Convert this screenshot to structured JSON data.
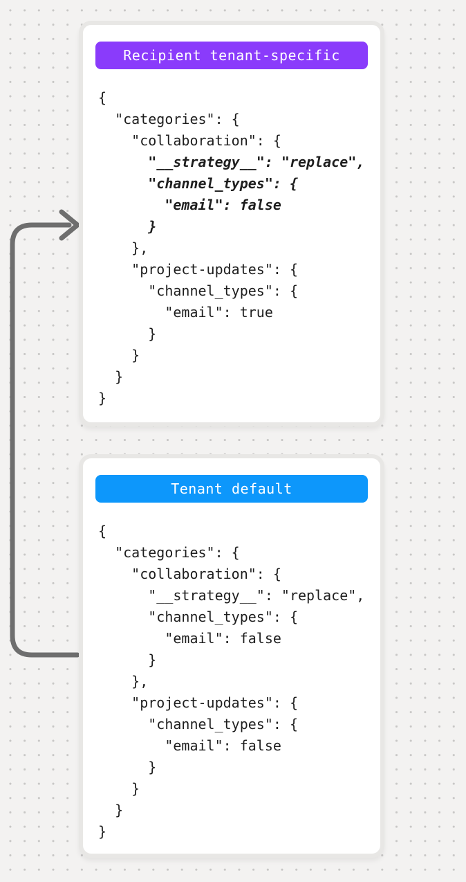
{
  "canvas": {
    "background_color": "#f3f2f1",
    "dot_color": "#c8c7c6"
  },
  "arrow": {
    "name": "tenant-default-to-recipient-override-arrow",
    "color": "#6e6e6e",
    "direction": "from bottom card left side up to top card"
  },
  "cards": [
    {
      "badge": {
        "label": "Recipient tenant-specific",
        "color": "#8a3bfb",
        "text_color": "#ffffff"
      },
      "code_lines": [
        {
          "text": "{",
          "em": false
        },
        {
          "text": "  \"categories\": {",
          "em": false
        },
        {
          "text": "    \"collaboration\": {",
          "em": false
        },
        {
          "text": "      \"__strategy__\": \"replace\",",
          "em": true
        },
        {
          "text": "      \"channel_types\": {",
          "em": true
        },
        {
          "text": "        \"email\": false",
          "em": true
        },
        {
          "text": "      }",
          "em": true
        },
        {
          "text": "    },",
          "em": false
        },
        {
          "text": "    \"project-updates\": {",
          "em": false
        },
        {
          "text": "      \"channel_types\": {",
          "em": false
        },
        {
          "text": "        \"email\": true",
          "em": false
        },
        {
          "text": "      }",
          "em": false
        },
        {
          "text": "    }",
          "em": false
        },
        {
          "text": "  }",
          "em": false
        },
        {
          "text": "}",
          "em": false
        }
      ]
    },
    {
      "badge": {
        "label": "Tenant default",
        "color": "#0d97fb",
        "text_color": "#ffffff"
      },
      "code_lines": [
        {
          "text": "{",
          "em": false
        },
        {
          "text": "  \"categories\": {",
          "em": false
        },
        {
          "text": "    \"collaboration\": {",
          "em": false
        },
        {
          "text": "      \"__strategy__\": \"replace\",",
          "em": false
        },
        {
          "text": "      \"channel_types\": {",
          "em": false
        },
        {
          "text": "        \"email\": false",
          "em": false
        },
        {
          "text": "      }",
          "em": false
        },
        {
          "text": "    },",
          "em": false
        },
        {
          "text": "    \"project-updates\": {",
          "em": false
        },
        {
          "text": "      \"channel_types\": {",
          "em": false
        },
        {
          "text": "        \"email\": false",
          "em": false
        },
        {
          "text": "      }",
          "em": false
        },
        {
          "text": "    }",
          "em": false
        },
        {
          "text": "  }",
          "em": false
        },
        {
          "text": "}",
          "em": false
        }
      ]
    }
  ]
}
